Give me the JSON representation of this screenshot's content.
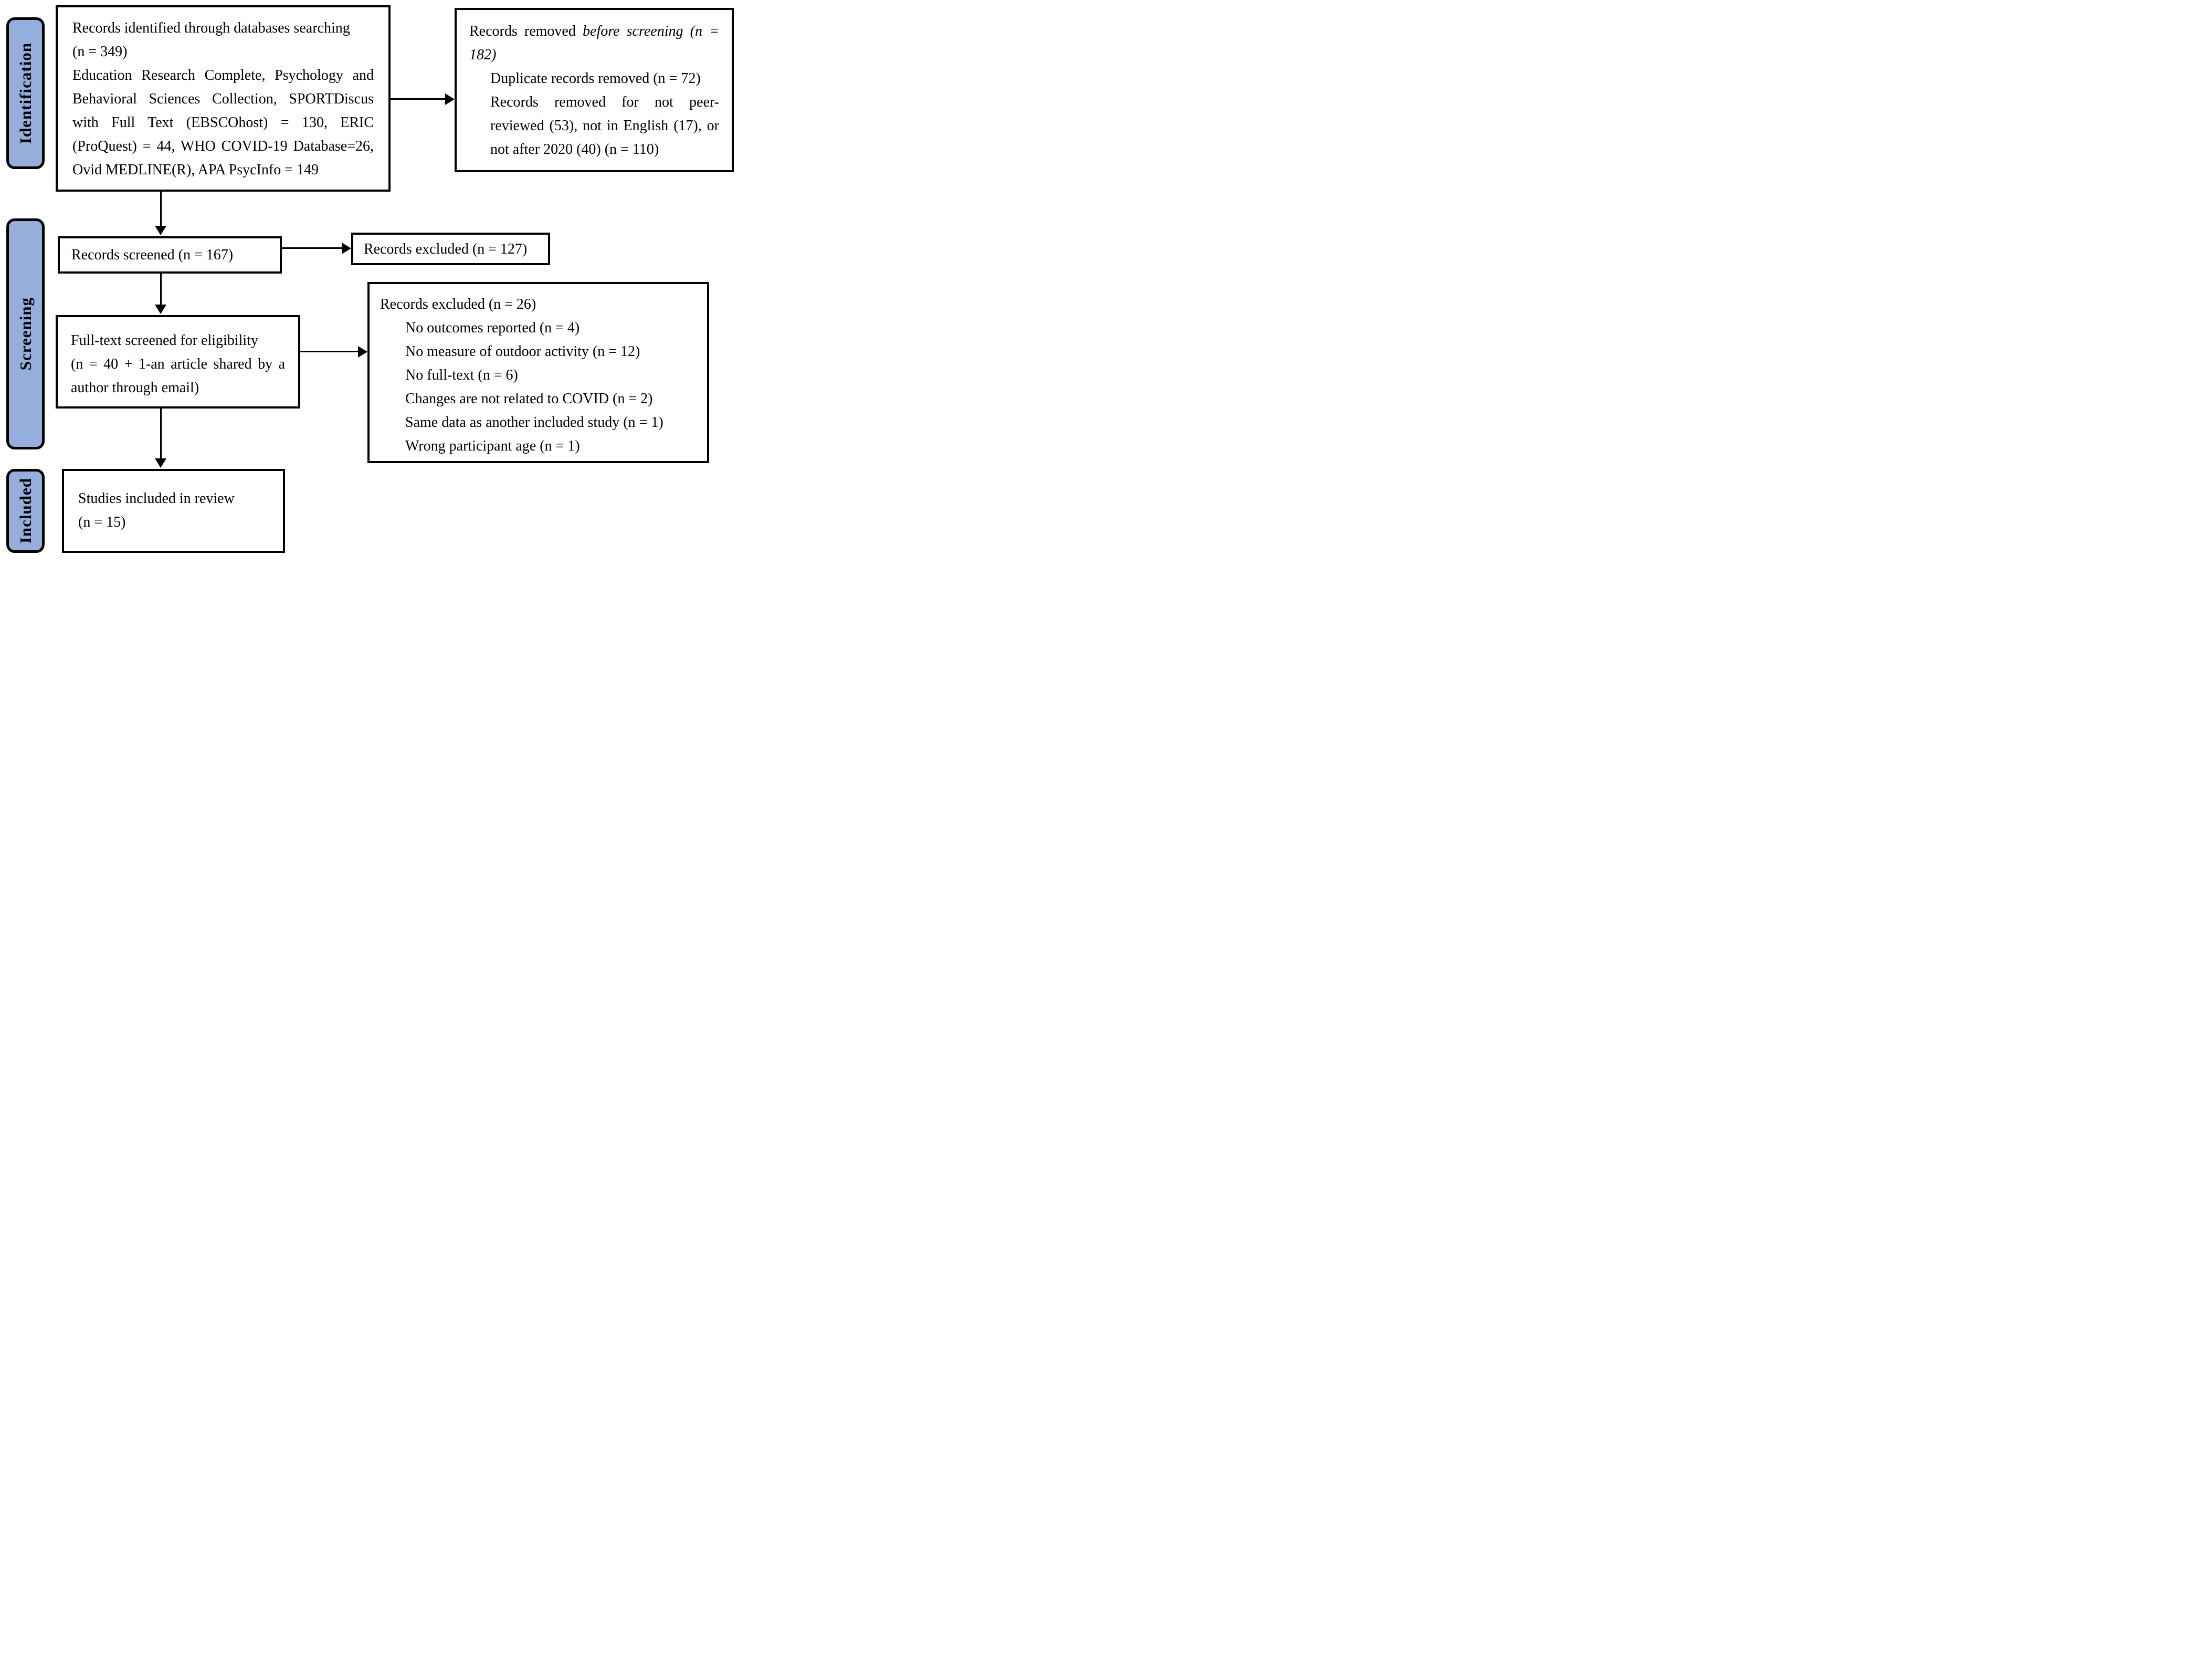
{
  "stages": {
    "identification": "Identification",
    "screening": "Screening",
    "included": "Included"
  },
  "boxes": {
    "identified": {
      "line1": "Records identified through databases searching",
      "line2": "(n = 349)",
      "detail": "Education Research Complete, Psychology and Behavioral Sciences Collection, SPORTDiscus with Full Text (EBSCOhost) = 130, ERIC (ProQuest) = 44, WHO COVID-19 Database=26, Ovid MEDLINE(R), APA PsycInfo = 149"
    },
    "removed_before": {
      "intro_regular": "Records removed ",
      "intro_italic": "before screening (n = 182)",
      "items": [
        "Duplicate records removed (n = 72)",
        "Records removed for not peer-reviewed (53), not in English (17), or not after 2020 (40) (n = 110)"
      ]
    },
    "screened": {
      "text": "Records screened (n = 167)"
    },
    "excluded_screening": {
      "text": "Records excluded (n = 127)"
    },
    "fulltext": {
      "line1": "Full-text screened for eligibility",
      "detail": "(n = 40 + 1-an article shared by a author through email)"
    },
    "excluded_fulltext": {
      "title": "Records excluded (n = 26)",
      "items": [
        "No outcomes reported (n = 4)",
        "No measure of outdoor activity (n = 12)",
        "No full-text (n = 6)",
        "Changes are not related to COVID (n = 2)",
        "Same data as another included study (n = 1)",
        "Wrong participant age (n = 1)"
      ]
    },
    "included_review": {
      "line1": "Studies included in review",
      "line2": "(n = 15)"
    }
  },
  "colors": {
    "stage_fill": "#96aedc",
    "line_color": "#000000",
    "page_bg": "#ffffff"
  }
}
